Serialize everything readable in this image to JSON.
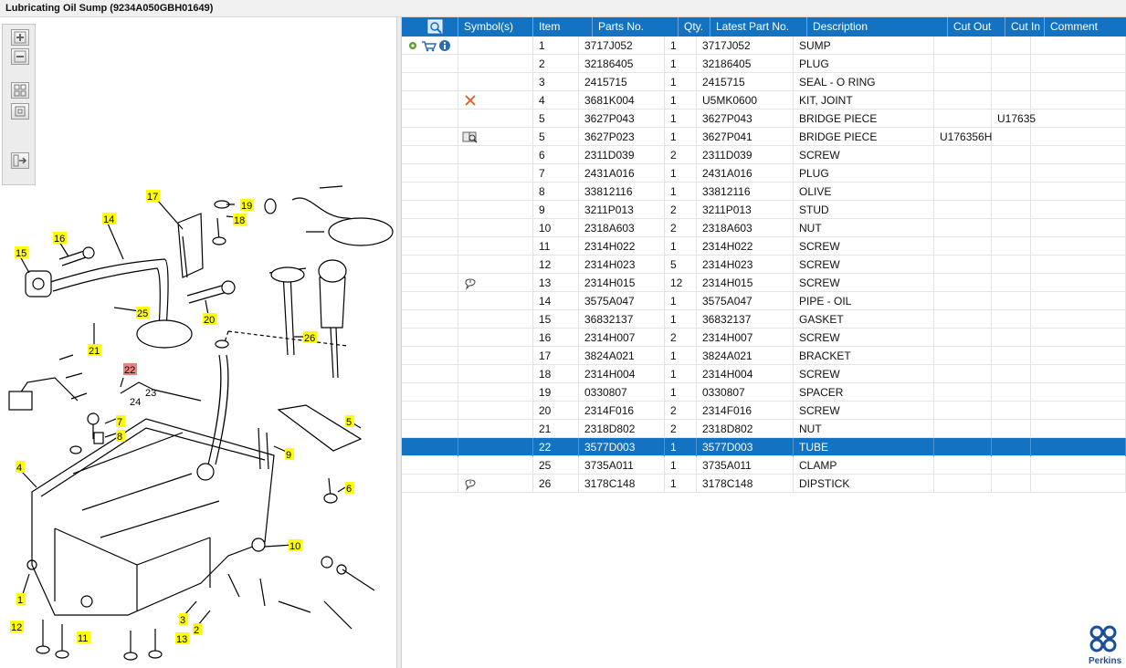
{
  "window": {
    "title": "Lubricating Oil Sump (9234A050GBH01649)"
  },
  "toolbar": {
    "zoom_in_icon": "zoom-in-icon",
    "zoom_out_icon": "zoom-out-icon",
    "fit_icon": "fit-page-icon",
    "actual_size_icon": "actual-size-icon",
    "export_icon": "export-icon"
  },
  "colors": {
    "header_bg": "#1373c2",
    "selection_bg": "#1373c2",
    "callout_yellow": "#ffff00",
    "callout_red": "#f08080"
  },
  "grid": {
    "columns": [
      "",
      "Symbol(s)",
      "Item",
      "Parts No.",
      "Qty.",
      "Latest Part No.",
      "Description",
      "Cut Out",
      "Cut In",
      "Comment"
    ],
    "rows": [
      {
        "item": "1",
        "part": "3717J052",
        "qty": "1",
        "latest": "3717J052",
        "desc": "SUMP",
        "cutout": "",
        "cutin": "",
        "comment": "",
        "symbol": "",
        "header_icons": true
      },
      {
        "item": "2",
        "part": "32186405",
        "qty": "1",
        "latest": "32186405",
        "desc": "PLUG",
        "cutout": "",
        "cutin": "",
        "comment": "",
        "symbol": ""
      },
      {
        "item": "3",
        "part": "2415715",
        "qty": "1",
        "latest": "2415715",
        "desc": "SEAL - O RING",
        "cutout": "",
        "cutin": "",
        "comment": "",
        "symbol": ""
      },
      {
        "item": "4",
        "part": "3681K004",
        "qty": "1",
        "latest": "U5MK0600",
        "desc": "KIT, JOINT",
        "cutout": "",
        "cutin": "",
        "comment": "",
        "symbol": "cross-icon"
      },
      {
        "item": "5",
        "part": "3627P043",
        "qty": "1",
        "latest": "3627P043",
        "desc": "BRIDGE PIECE",
        "cutout": "",
        "cutin": "U17635",
        "comment": "",
        "symbol": ""
      },
      {
        "item": "5",
        "part": "3627P023",
        "qty": "1",
        "latest": "3627P041",
        "desc": "BRIDGE PIECE",
        "cutout": "U176356H",
        "cutin": "",
        "comment": "",
        "symbol": "book-icon"
      },
      {
        "item": "6",
        "part": "2311D039",
        "qty": "2",
        "latest": "2311D039",
        "desc": "SCREW",
        "cutout": "",
        "cutin": "",
        "comment": "",
        "symbol": ""
      },
      {
        "item": "7",
        "part": "2431A016",
        "qty": "1",
        "latest": "2431A016",
        "desc": "PLUG",
        "cutout": "",
        "cutin": "",
        "comment": "",
        "symbol": ""
      },
      {
        "item": "8",
        "part": "33812116",
        "qty": "1",
        "latest": "33812116",
        "desc": "OLIVE",
        "cutout": "",
        "cutin": "",
        "comment": "",
        "symbol": ""
      },
      {
        "item": "9",
        "part": "3211P013",
        "qty": "2",
        "latest": "3211P013",
        "desc": "STUD",
        "cutout": "",
        "cutin": "",
        "comment": "",
        "symbol": ""
      },
      {
        "item": "10",
        "part": "2318A603",
        "qty": "2",
        "latest": "2318A603",
        "desc": "NUT",
        "cutout": "",
        "cutin": "",
        "comment": "",
        "symbol": ""
      },
      {
        "item": "11",
        "part": "2314H022",
        "qty": "1",
        "latest": "2314H022",
        "desc": "SCREW",
        "cutout": "",
        "cutin": "",
        "comment": "",
        "symbol": ""
      },
      {
        "item": "12",
        "part": "2314H023",
        "qty": "5",
        "latest": "2314H023",
        "desc": "SCREW",
        "cutout": "",
        "cutin": "",
        "comment": "",
        "symbol": ""
      },
      {
        "item": "13",
        "part": "2314H015",
        "qty": "12",
        "latest": "2314H015",
        "desc": "SCREW",
        "cutout": "",
        "cutin": "",
        "comment": "",
        "symbol": "note-icon"
      },
      {
        "item": "14",
        "part": "3575A047",
        "qty": "1",
        "latest": "3575A047",
        "desc": "PIPE - OIL",
        "cutout": "",
        "cutin": "",
        "comment": "",
        "symbol": ""
      },
      {
        "item": "15",
        "part": "36832137",
        "qty": "1",
        "latest": "36832137",
        "desc": "GASKET",
        "cutout": "",
        "cutin": "",
        "comment": "",
        "symbol": ""
      },
      {
        "item": "16",
        "part": "2314H007",
        "qty": "2",
        "latest": "2314H007",
        "desc": "SCREW",
        "cutout": "",
        "cutin": "",
        "comment": "",
        "symbol": ""
      },
      {
        "item": "17",
        "part": "3824A021",
        "qty": "1",
        "latest": "3824A021",
        "desc": "BRACKET",
        "cutout": "",
        "cutin": "",
        "comment": "",
        "symbol": ""
      },
      {
        "item": "18",
        "part": "2314H004",
        "qty": "1",
        "latest": "2314H004",
        "desc": "SCREW",
        "cutout": "",
        "cutin": "",
        "comment": "",
        "symbol": ""
      },
      {
        "item": "19",
        "part": "0330807",
        "qty": "1",
        "latest": "0330807",
        "desc": "SPACER",
        "cutout": "",
        "cutin": "",
        "comment": "",
        "symbol": ""
      },
      {
        "item": "20",
        "part": "2314F016",
        "qty": "2",
        "latest": "2314F016",
        "desc": "SCREW",
        "cutout": "",
        "cutin": "",
        "comment": "",
        "symbol": ""
      },
      {
        "item": "21",
        "part": "2318D802",
        "qty": "2",
        "latest": "2318D802",
        "desc": "NUT",
        "cutout": "",
        "cutin": "",
        "comment": "",
        "symbol": ""
      },
      {
        "item": "22",
        "part": "3577D003",
        "qty": "1",
        "latest": "3577D003",
        "desc": "TUBE",
        "cutout": "",
        "cutin": "",
        "comment": "",
        "symbol": "",
        "selected": true
      },
      {
        "item": "25",
        "part": "3735A011",
        "qty": "1",
        "latest": "3735A011",
        "desc": "CLAMP",
        "cutout": "",
        "cutin": "",
        "comment": "",
        "symbol": ""
      },
      {
        "item": "26",
        "part": "3178C148",
        "qty": "1",
        "latest": "3178C148",
        "desc": "DIPSTICK",
        "cutout": "",
        "cutin": "",
        "comment": "",
        "symbol": "note-icon"
      }
    ]
  },
  "diagram": {
    "callouts": [
      "1",
      "2",
      "3",
      "4",
      "5",
      "6",
      "7",
      "8",
      "9",
      "10",
      "11",
      "12",
      "13",
      "14",
      "15",
      "16",
      "17",
      "18",
      "19",
      "20",
      "21",
      "22",
      "23",
      "24",
      "25",
      "26"
    ]
  },
  "brand": {
    "name": "Perkins"
  }
}
